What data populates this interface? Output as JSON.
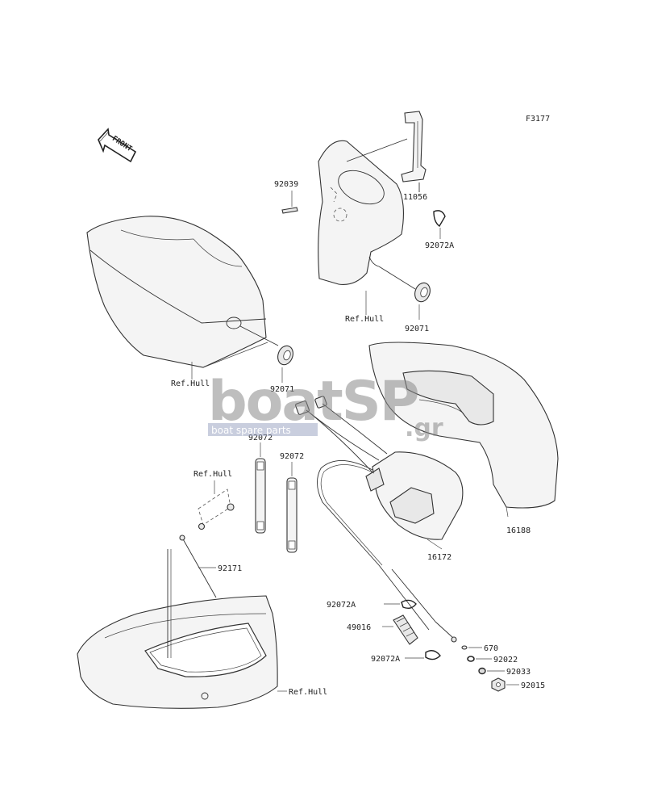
{
  "figure_code": "F3177",
  "front_label": "FRONT",
  "watermark": {
    "main": "boatSP",
    "suffix": ".gr",
    "tagline": "boat spare parts"
  },
  "parts": {
    "p11056": "11056",
    "p92039": "92039",
    "p92072A_top": "92072A",
    "p92071_right": "92071",
    "p92071_left": "92071",
    "p92072_a": "92072",
    "p92072_b": "92072",
    "p92171": "92171",
    "p16172": "16172",
    "p16188": "16188",
    "p92072A_mid": "92072A",
    "p49016": "49016",
    "p92072A_low": "92072A",
    "p670": "670",
    "p92022": "92022",
    "p92033": "92033",
    "p92015": "92015"
  },
  "refs": {
    "ref_hull_top": "Ref.Hull",
    "ref_hull_left": "Ref.Hull",
    "ref_hull_mid": "Ref.Hull",
    "ref_hull_bottom": "Ref.Hull"
  }
}
